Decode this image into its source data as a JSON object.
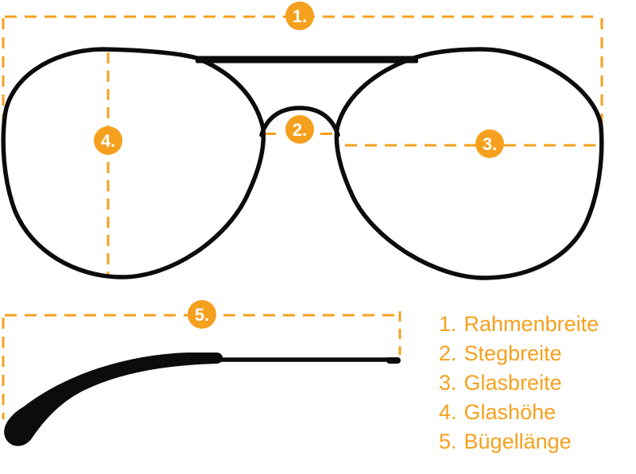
{
  "diagram": {
    "badges": [
      {
        "label": "1."
      },
      {
        "label": "2."
      },
      {
        "label": "3."
      },
      {
        "label": "4."
      },
      {
        "label": "5."
      }
    ],
    "colors": {
      "accent_orange": "#F5A01E",
      "frame_black": "#0C0C0C",
      "badge_text": "#FFFFFF",
      "background": "#FFFFFF"
    }
  },
  "legend": {
    "items": [
      {
        "number": "1.",
        "label": "Rahmenbreite"
      },
      {
        "number": "2.",
        "label": "Stegbreite"
      },
      {
        "number": "3.",
        "label": "Glasbreite"
      },
      {
        "number": "4.",
        "label": "Glashöhe"
      },
      {
        "number": "5.",
        "label": "Bügellänge"
      }
    ]
  }
}
